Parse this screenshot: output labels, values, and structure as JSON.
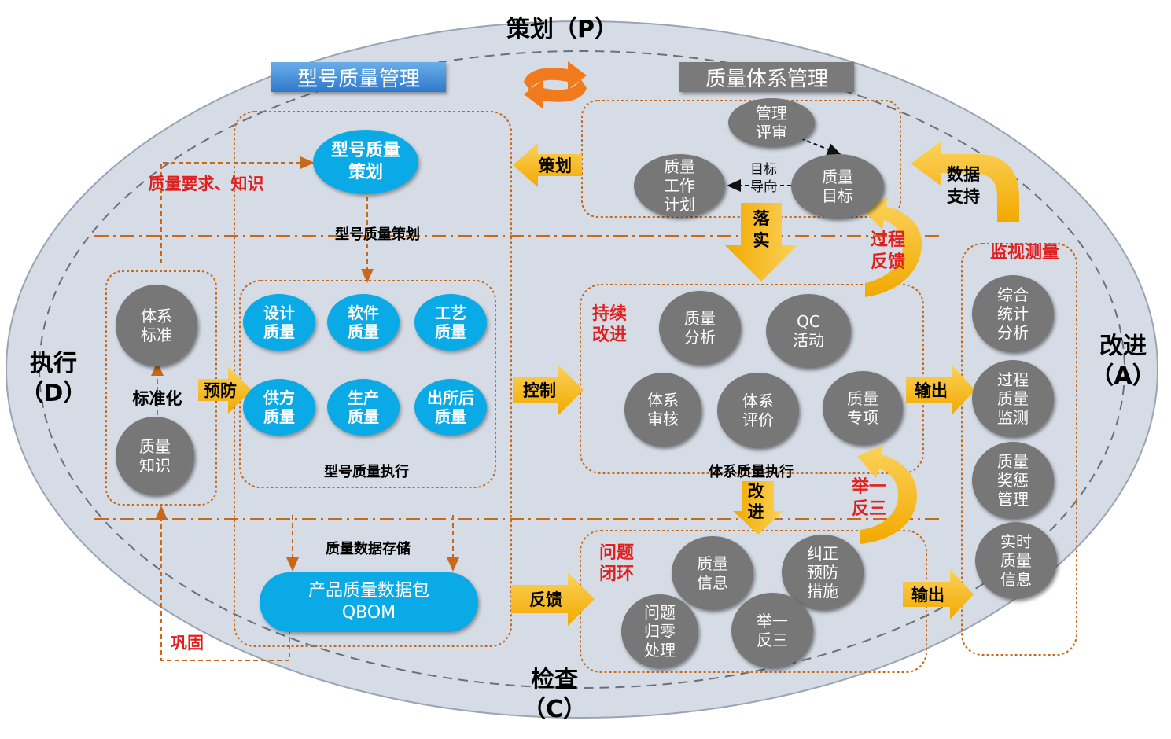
{
  "pdca": {
    "plan": "策划（P）",
    "do": "执行\n（D）",
    "check": "检查\n（C）",
    "act": "改进\n（A）"
  },
  "headers": {
    "model_quality": "型号质量管理",
    "system_quality": "质量体系管理"
  },
  "model_planning": {
    "circle": "型号质量\n策划",
    "caption": "型号质量策划"
  },
  "model_execution": {
    "items": [
      "设计\n质量",
      "软件\n质量",
      "工艺\n质量",
      "供方\n质量",
      "生产\n质量",
      "出所后\n质量"
    ],
    "caption": "型号质量执行"
  },
  "data_storage": {
    "caption": "质量数据存储",
    "package": "产品质量数据包\nQBOM"
  },
  "left_box": {
    "items": [
      "体系\n标准",
      "质量\n知识"
    ],
    "label": "标准化"
  },
  "system_planning": {
    "items": [
      "管理\n评审",
      "质量\n目标",
      "质量\n工作\n计划"
    ],
    "guide": "目标\n导向"
  },
  "system_execution": {
    "label": "持续\n改进",
    "items": [
      "质量\n分析",
      "QC\n活动",
      "体系\n审核",
      "体系\n评价",
      "质量\n专项"
    ],
    "caption": "体系质量执行"
  },
  "problem_loop": {
    "label": "问题\n闭环",
    "items": [
      "质量\n信息",
      "纠正\n预防\n措施",
      "问题\n归零\n处理",
      "举一\n反三"
    ]
  },
  "monitoring": {
    "title": "监视测量",
    "items": [
      "综合\n统计\n分析",
      "过程\n质量\n监测",
      "质量\n奖惩\n管理",
      "实时\n质量\n信息"
    ]
  },
  "arrows": {
    "plan": "策划",
    "control": "控制",
    "feedback": "反馈",
    "prevent": "预防",
    "implement": "落\n实",
    "improve": "改\n进",
    "output1": "输出",
    "output2": "输出",
    "data_support": "数据\n支持"
  },
  "red_labels": {
    "requirements": "质量要求、知识",
    "consolidate": "巩固",
    "process_feedback": "过程\n反馈",
    "draw_inferences": "举一\n反三"
  },
  "colors": {
    "ellipse": "#d6dce6",
    "gray_circle": "#777777",
    "blue_circle": "#0aaae6",
    "arrow_yellow": "#f5b80c",
    "dotted_orange": "#c8691a",
    "red_text": "#e0201e",
    "cycle_orange": "#f07a1c"
  }
}
